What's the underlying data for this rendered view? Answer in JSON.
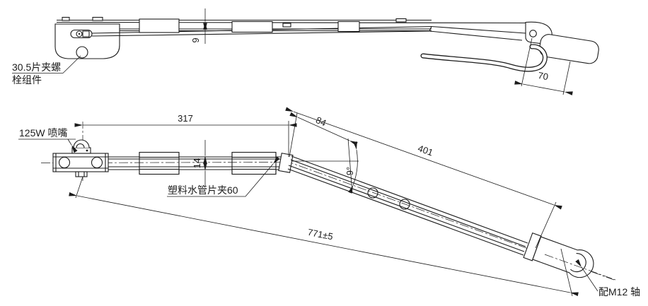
{
  "drawing": {
    "title_hint": "wiper-arm engineering drawing, two orthographic views",
    "background_color": "#ffffff",
    "line_color": "#1c1c1c"
  },
  "labels": {
    "blade_clip_line1": "30.5片夹螺",
    "blade_clip_line2": "栓组件",
    "nozzle": "125W 喷嘴",
    "hose_clip": "塑料水管片夹60",
    "shaft": "配M12 轴"
  },
  "dimensions": {
    "blade_to_bend": "317",
    "bend_segment": "84",
    "arm_length": "401",
    "overall_length": "771±5",
    "hook_offset": "70",
    "strip_thickness": "9",
    "strip_width": "14",
    "bend_angle": "9°"
  }
}
